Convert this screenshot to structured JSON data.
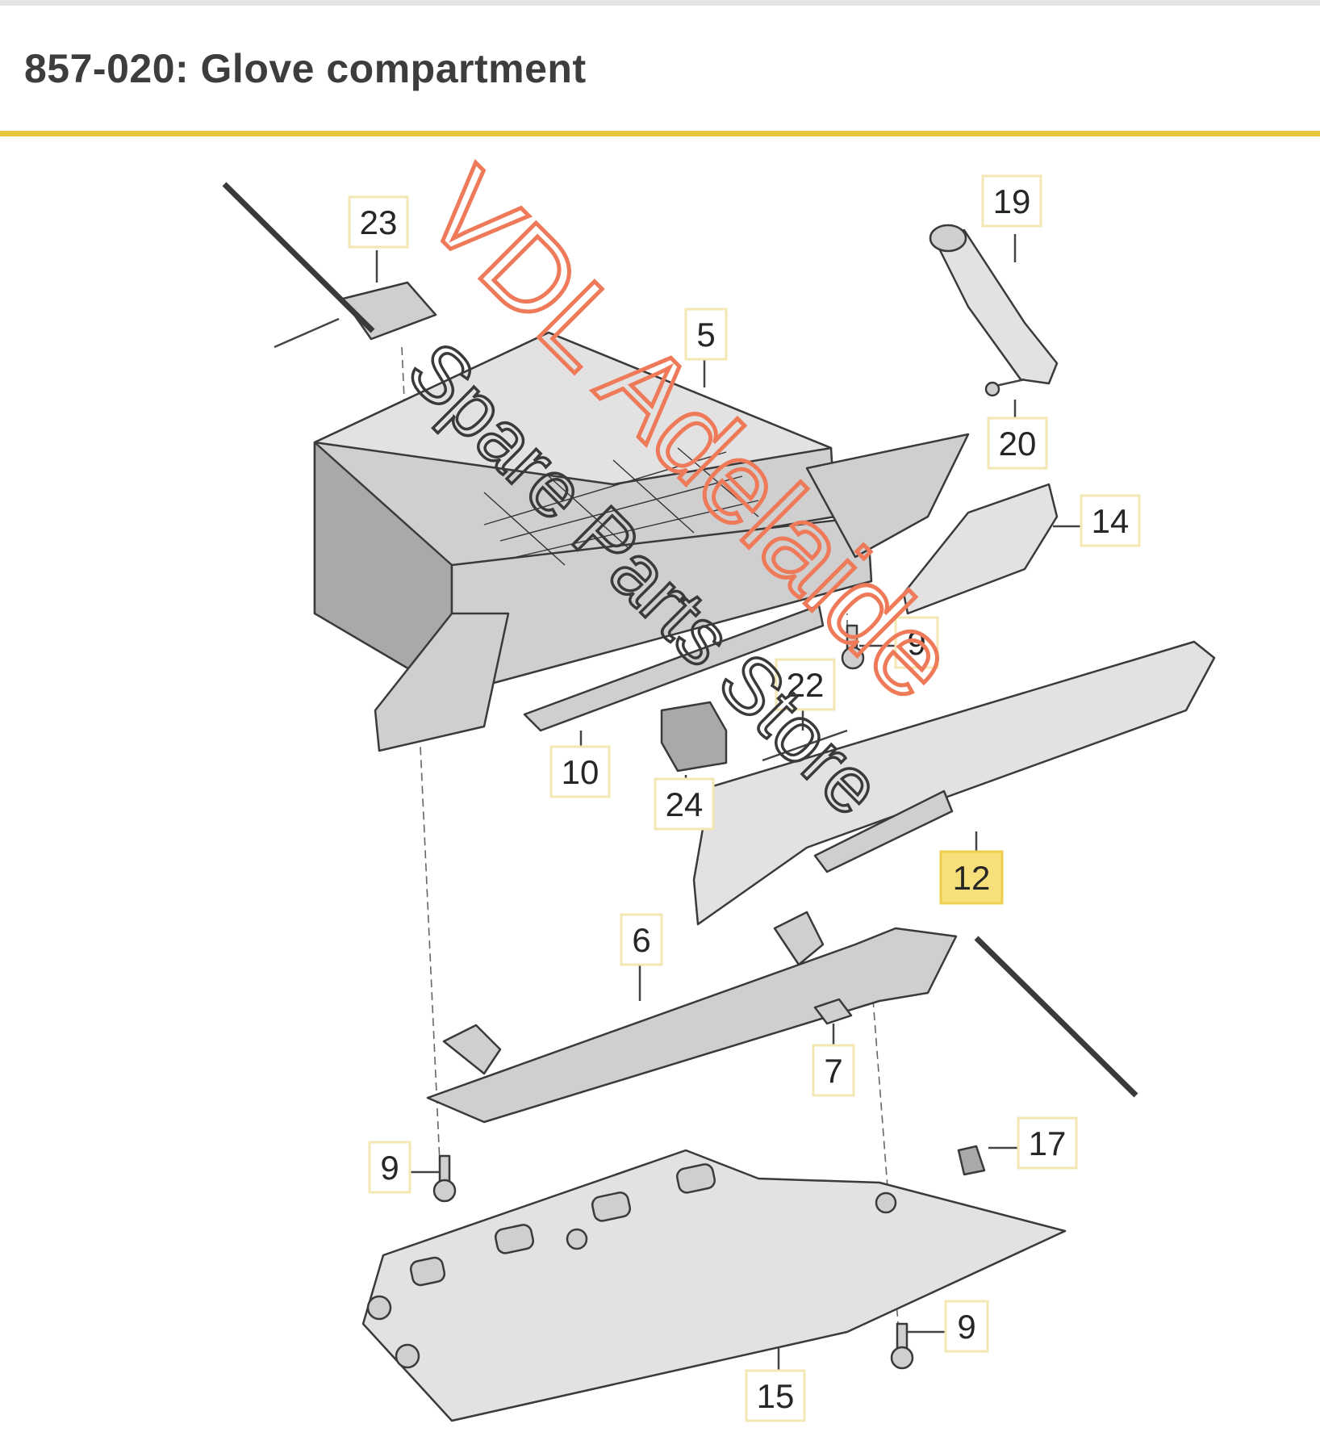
{
  "page": {
    "title": "857-020: Glove compartment"
  },
  "colors": {
    "accent_rule": "#e9c53b",
    "watermark_primary": "#ef7a5a",
    "watermark_secondary": "#3a3a3a",
    "highlight": "#f7e07a"
  },
  "callouts": {
    "c23": "23",
    "c5": "5",
    "c19": "19",
    "c20": "20",
    "c14": "14",
    "c9a": "9",
    "c22": "22",
    "c10": "10",
    "c24": "24",
    "c12": "12",
    "c6": "6",
    "c7": "7",
    "c17": "17",
    "c9b": "9",
    "c9c": "9",
    "c15": "15"
  },
  "watermark": {
    "line1": "VDL Adelaide",
    "line2": "Spare Parts Store"
  }
}
